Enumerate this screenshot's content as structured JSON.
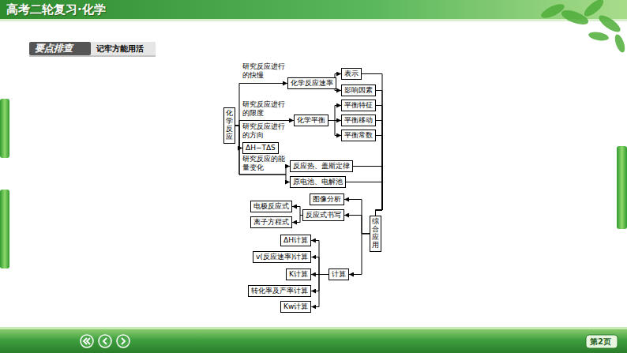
{
  "diagram": {
    "title": "高考二轮复习·化学",
    "nodes": [
      {
        "text": [
          "化学反应"
        ]
      },
      {
        "text": [
          "化学反应速率"
        ]
      },
      {
        "text": [
          "表示"
        ]
      },
      {
        "text": [
          "影响因素"
        ]
      },
      {
        "text": [
          "化学平衡"
        ]
      },
      {
        "text": [
          "平衡特征"
        ]
      },
      {
        "text": [
          "平衡移动"
        ]
      },
      {
        "text": [
          "平衡常数"
        ]
      },
      {
        "text": [
          "ΔH−TΔS"
        ]
      },
      {
        "text": [
          "反应热、盖斯定律"
        ]
      },
      {
        "text": [
          "原电池、电解池"
        ]
      },
      {
        "text": [
          "综合应用"
        ]
      },
      {
        "text": [
          "图像分析"
        ]
      },
      {
        "text": [
          "反应式书写"
        ]
      },
      {
        "text": [
          "电极反应式"
        ]
      },
      {
        "text": [
          "离子方程式"
        ]
      },
      {
        "text": [
          "计算"
        ]
      },
      {
        "text": [
          "ΔH计算"
        ]
      },
      {
        "text": [
          "v(反应速率)计算"
        ]
      },
      {
        "text": [
          "K计算"
        ]
      },
      {
        "text": [
          "转化率及产率计算"
        ]
      },
      {
        "text": [
          "Kw计算"
        ]
      }
    ],
    "edges": [
      {
        "from": 0,
        "to": 1,
        "label": "研究反应进行的快慢",
        "arrow": "to"
      },
      {
        "from": 0,
        "to": 4,
        "label": "研究反应进行的限度",
        "arrow": "to"
      },
      {
        "from": 0,
        "to": 8,
        "label": "研究反应进行的方向",
        "arrow": "to"
      },
      {
        "from": 0,
        "to": 9,
        "label": "研究反应的能量变化",
        "arrow": "to"
      },
      {
        "from": 0,
        "to": 10,
        "arrow": "to"
      },
      {
        "from": 1,
        "to": 2,
        "arrow": "to"
      },
      {
        "from": 1,
        "to": 3,
        "arrow": "to"
      },
      {
        "from": 4,
        "to": 5,
        "arrow": "to"
      },
      {
        "from": 4,
        "to": 6,
        "arrow": "to"
      },
      {
        "from": 4,
        "to": 7,
        "arrow": "to"
      },
      {
        "from": 2,
        "to": 11,
        "arrow": "none"
      },
      {
        "from": 3,
        "to": 11,
        "arrow": "none"
      },
      {
        "from": 5,
        "to": 11,
        "arrow": "none"
      },
      {
        "from": 6,
        "to": 11,
        "arrow": "none"
      },
      {
        "from": 7,
        "to": 11,
        "arrow": "none"
      },
      {
        "from": 9,
        "to": 11,
        "arrow": "none"
      },
      {
        "from": 10,
        "to": 11,
        "arrow": "none"
      },
      {
        "from": 11,
        "to": 12,
        "arrow": "to"
      },
      {
        "from": 11,
        "to": 13,
        "arrow": "to"
      },
      {
        "from": 11,
        "to": 16,
        "arrow": "to"
      },
      {
        "from": 13,
        "to": 14,
        "arrow": "to"
      },
      {
        "from": 13,
        "to": 15,
        "arrow": "to"
      },
      {
        "from": 16,
        "to": 17,
        "arrow": "to"
      },
      {
        "from": 16,
        "to": 18,
        "arrow": "to"
      },
      {
        "from": 16,
        "to": 19,
        "arrow": "to"
      },
      {
        "from": 16,
        "to": 20,
        "arrow": "to"
      },
      {
        "from": 16,
        "to": 21,
        "arrow": "to"
      }
    ],
    "labels": [
      "要点排查",
      "记牢方能用活",
      "第2页"
    ]
  }
}
